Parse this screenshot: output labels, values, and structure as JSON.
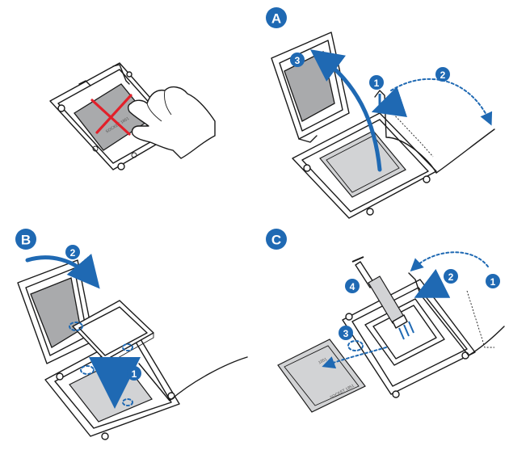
{
  "panels": [
    {
      "id": "top-left",
      "letter": "",
      "steps": []
    },
    {
      "id": "a",
      "letter": "A",
      "steps": [
        "3",
        "1",
        "2"
      ]
    },
    {
      "id": "b",
      "letter": "B",
      "steps": [
        "2",
        "1"
      ]
    },
    {
      "id": "c",
      "letter": "C",
      "steps": [
        "4",
        "2",
        "1",
        "3"
      ]
    }
  ],
  "chip_marking": {
    "socket": "SOCKET 1851",
    "top": "SOCKET 1851",
    "side": "1851"
  },
  "colors": {
    "accent_blue": "#1f69b3",
    "warning_red": "#e2202a",
    "cpu_gray": "#a9aaac",
    "outline": "#1a1a1a"
  },
  "icons": [
    "red-x-icon",
    "hand-icon",
    "thermal-paste-syringe-icon",
    "cpu-chip-icon"
  ]
}
